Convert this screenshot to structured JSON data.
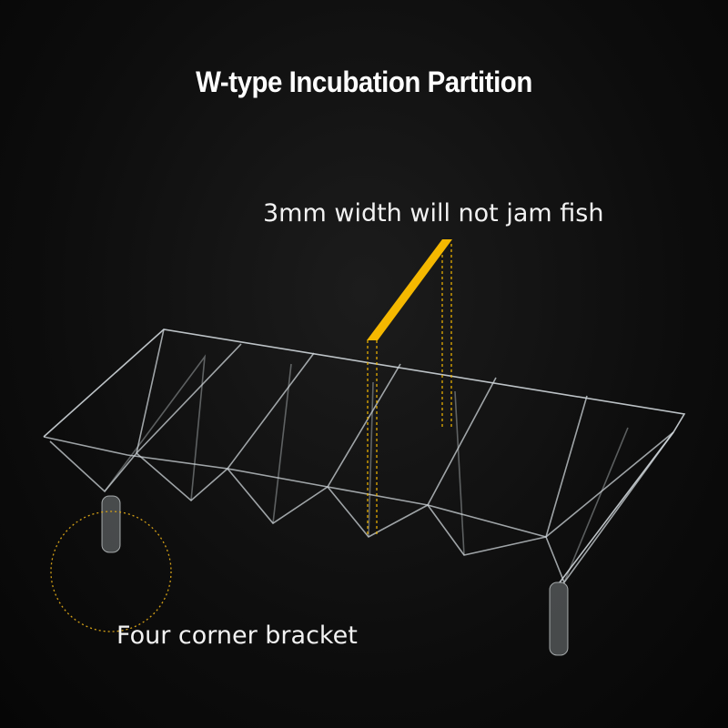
{
  "title": "W-type Incubation Partition",
  "annotations": {
    "width_note": "3mm width will not jam fish",
    "bracket_note": "Four corner bracket"
  },
  "colors": {
    "accent": "#f5b800",
    "background": "#0b0b0b",
    "text": "#ffffff"
  }
}
